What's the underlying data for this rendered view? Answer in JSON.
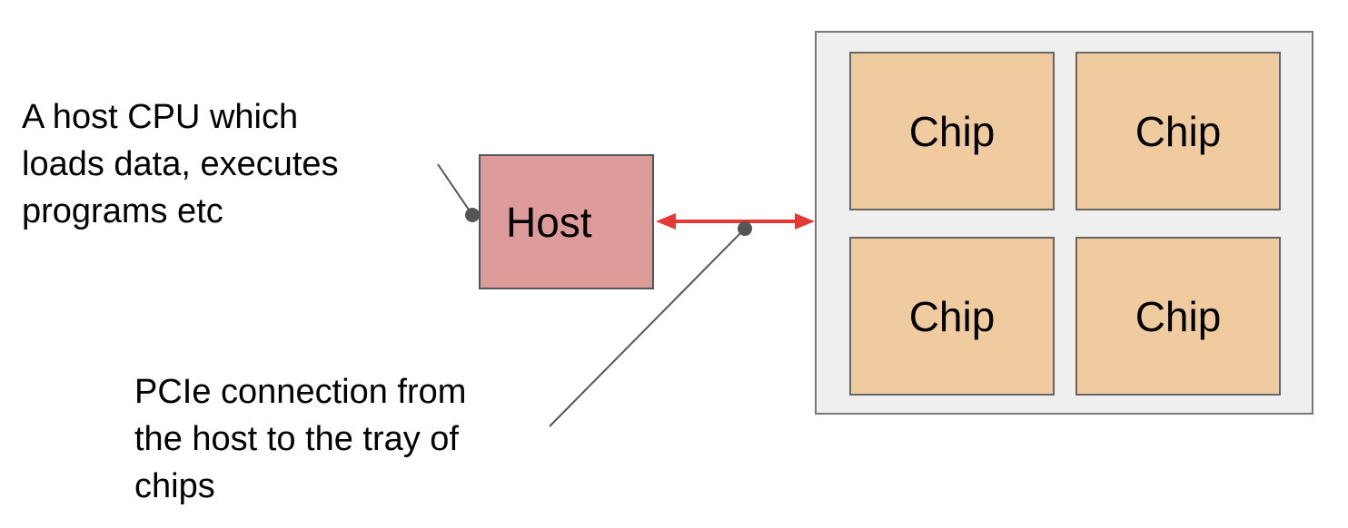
{
  "annotations": {
    "host_note": [
      "A host CPU which",
      "loads data, executes",
      "programs etc"
    ],
    "pcie_note": [
      "PCIe connection from",
      "the host to the tray of",
      "chips"
    ]
  },
  "host": {
    "label": "Host"
  },
  "tray": {
    "chips": [
      "Chip",
      "Chip",
      "Chip",
      "Chip"
    ]
  },
  "colors": {
    "host_fill": "#dd9b99",
    "chip_fill": "#f1cba0",
    "tray_fill": "#efefef",
    "connection": "#e53935",
    "leader": "#555555"
  }
}
